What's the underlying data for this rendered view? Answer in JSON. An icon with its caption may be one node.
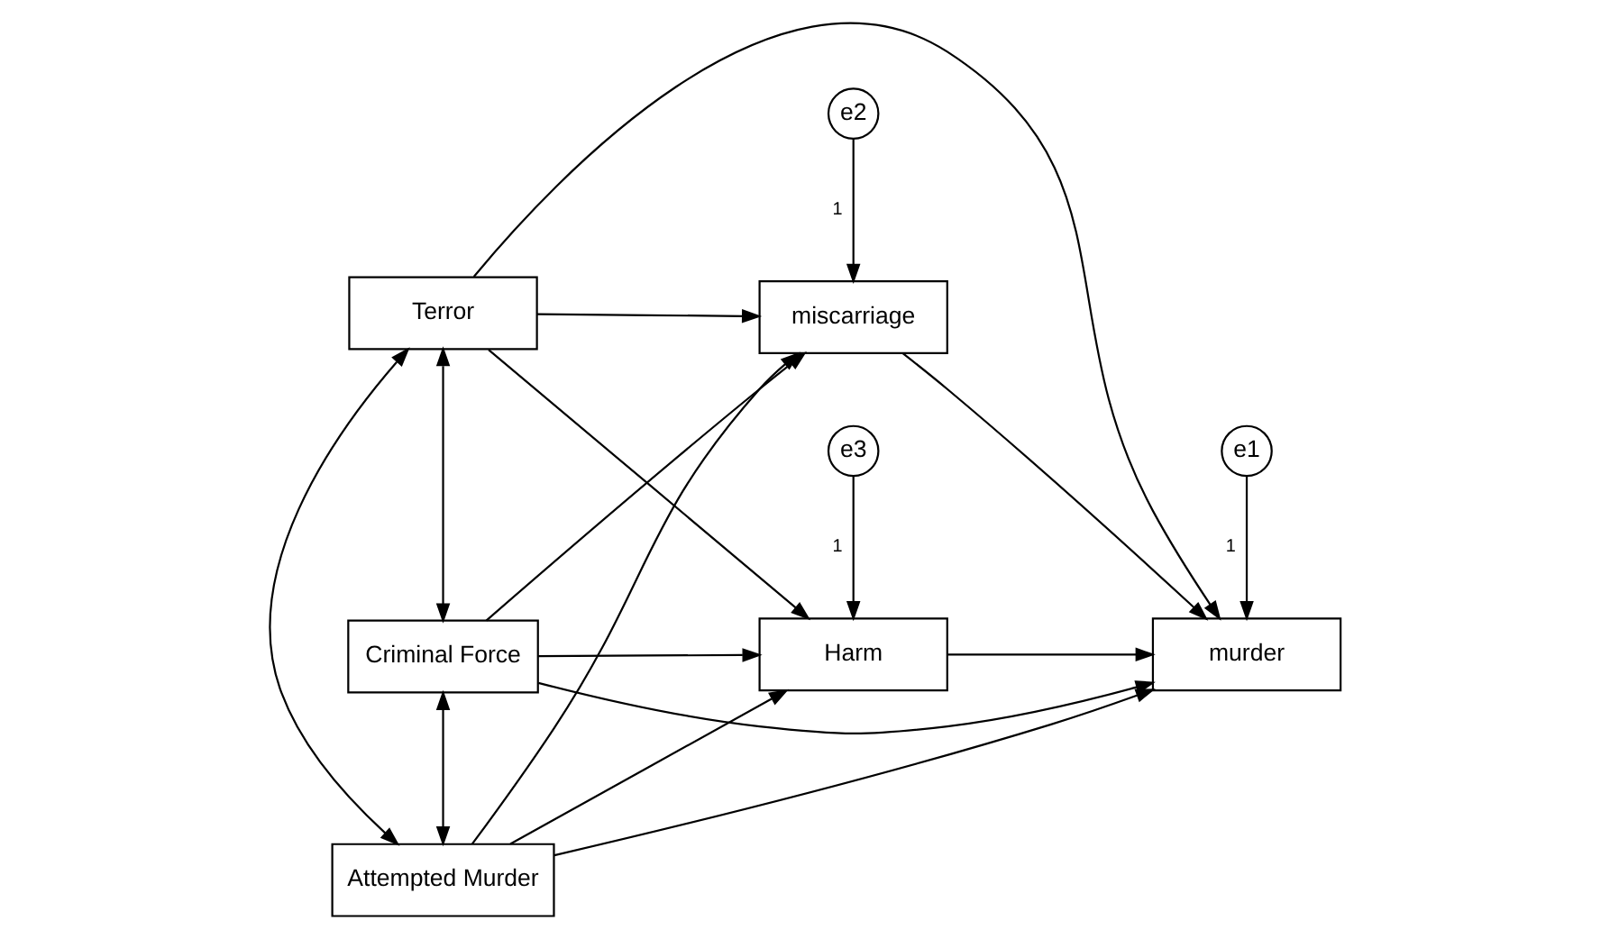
{
  "diagram": {
    "nodes": [
      {
        "text": [
          "Terror"
        ]
      },
      {
        "text": [
          "e2"
        ]
      },
      {
        "text": [
          "miscarriage"
        ]
      },
      {
        "text": [
          "e1"
        ]
      },
      {
        "text": [
          "murder"
        ]
      },
      {
        "text": [
          "Criminal Force"
        ]
      },
      {
        "text": [
          "Harm"
        ]
      },
      {
        "text": [
          "e3"
        ]
      },
      {
        "text": [
          "Attempted Murder"
        ]
      }
    ],
    "edges": [
      {
        "from": 0,
        "to": 2,
        "arrow": "to"
      },
      {
        "from": 0,
        "to": 4,
        "arrow": "to"
      },
      {
        "from": 0,
        "to": 6,
        "arrow": "to"
      },
      {
        "from": 5,
        "to": 2,
        "arrow": "to"
      },
      {
        "from": 5,
        "to": 4,
        "arrow": "to"
      },
      {
        "from": 5,
        "to": 6,
        "arrow": "to"
      },
      {
        "from": 8,
        "to": 2,
        "arrow": "to"
      },
      {
        "from": 8,
        "to": 6,
        "arrow": "to"
      },
      {
        "from": 8,
        "to": 4,
        "arrow": "to"
      },
      {
        "from": 2,
        "to": 4,
        "arrow": "to"
      },
      {
        "from": 6,
        "to": 4,
        "arrow": "to"
      },
      {
        "from": 1,
        "to": 2,
        "arrow": "to",
        "label": "1"
      },
      {
        "from": 3,
        "to": 4,
        "arrow": "to",
        "label": "1"
      },
      {
        "from": 7,
        "to": 6,
        "arrow": "to",
        "label": "1"
      },
      {
        "from": 0,
        "to": 5,
        "arrow": "both"
      },
      {
        "from": 5,
        "to": 8,
        "arrow": "both"
      },
      {
        "from": 0,
        "to": 8,
        "arrow": "both"
      }
    ]
  }
}
